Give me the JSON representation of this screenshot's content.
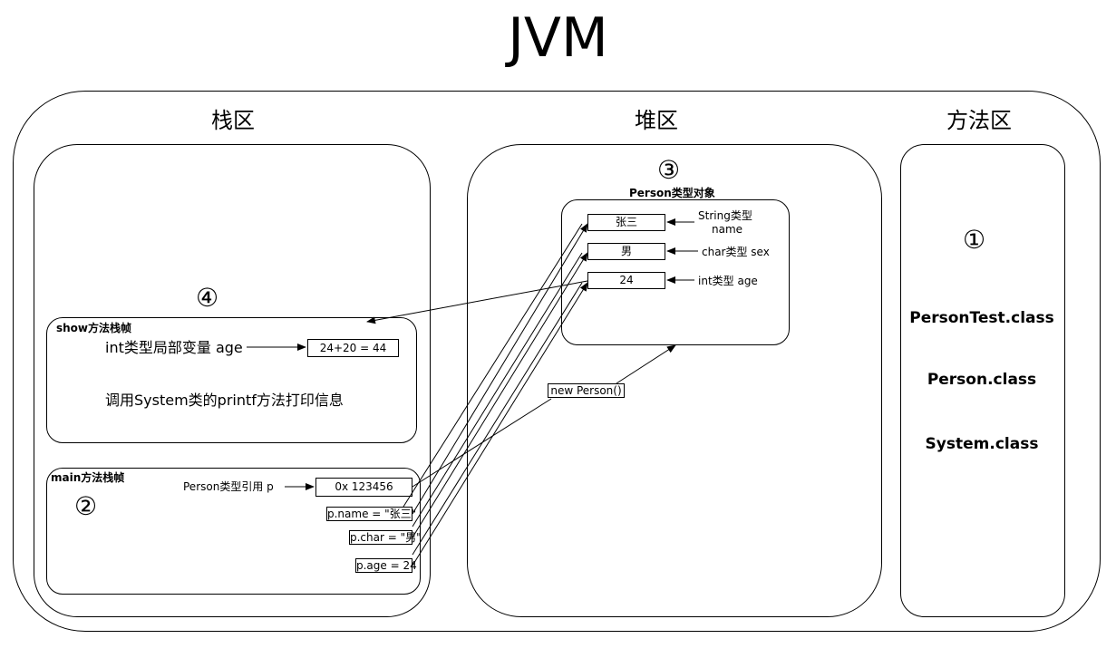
{
  "title": "JVM",
  "stack_area": {
    "label": "栈区",
    "marker_show": "④",
    "show_frame": {
      "label": "show方法栈帧",
      "local_var_label": "int类型局部变量 age",
      "local_var_value": "24+20 = 44",
      "call_text": "调用System类的printf方法打印信息"
    },
    "marker_main": "②",
    "main_frame": {
      "label": "main方法栈帧",
      "ref_label": "Person类型引用  p",
      "ref_value": "0x 123456",
      "assign_name": "p.name = \"张三\"",
      "assign_char": "p.char = \"男\"",
      "assign_age": "p.age = 24"
    }
  },
  "heap_area": {
    "label": "堆区",
    "marker": "③",
    "object_label": "Person类型对象",
    "fields": [
      {
        "value": "张三",
        "type_label_line1": "String类型",
        "type_label_line2": "name"
      },
      {
        "value": "男",
        "type_label_line1": "char类型 sex",
        "type_label_line2": ""
      },
      {
        "value": "24",
        "type_label_line1": "int类型 age",
        "type_label_line2": ""
      }
    ],
    "new_label": "new Person()"
  },
  "method_area": {
    "label": "方法区",
    "marker": "①",
    "classes": [
      "PersonTest.class",
      "Person.class",
      "System.class"
    ]
  }
}
